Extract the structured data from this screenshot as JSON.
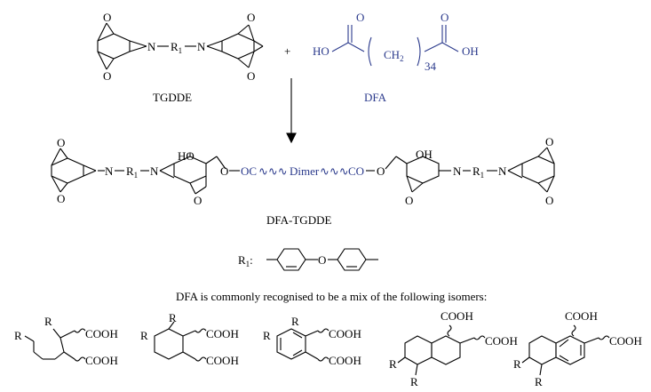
{
  "reactant1": {
    "name": "TGDDE",
    "r_label": "R",
    "r_sub": "1",
    "n_label": "N"
  },
  "plus": "+",
  "reactant2": {
    "name": "DFA",
    "o_label": "O",
    "ho_label": "HO",
    "oh_label": "OH",
    "ch2": "CH",
    "ch2_sub": "2",
    "repeat": "34"
  },
  "product": {
    "name": "DFA-TGDDE",
    "ho": "HO",
    "oh": "OH",
    "o": "O",
    "oc": "OC",
    "dimer": "Dimer",
    "co": "CO",
    "wave": "∿∿∿"
  },
  "r1_def": {
    "label": "R",
    "sub": "1",
    "colon": ":",
    "o": "O"
  },
  "isomers": {
    "caption": "DFA is commonly recognised to be a mix of the following isomers:",
    "r": "R",
    "cooh": "COOH"
  },
  "colors": {
    "blue": "#2b3a8c",
    "black": "#000000"
  }
}
